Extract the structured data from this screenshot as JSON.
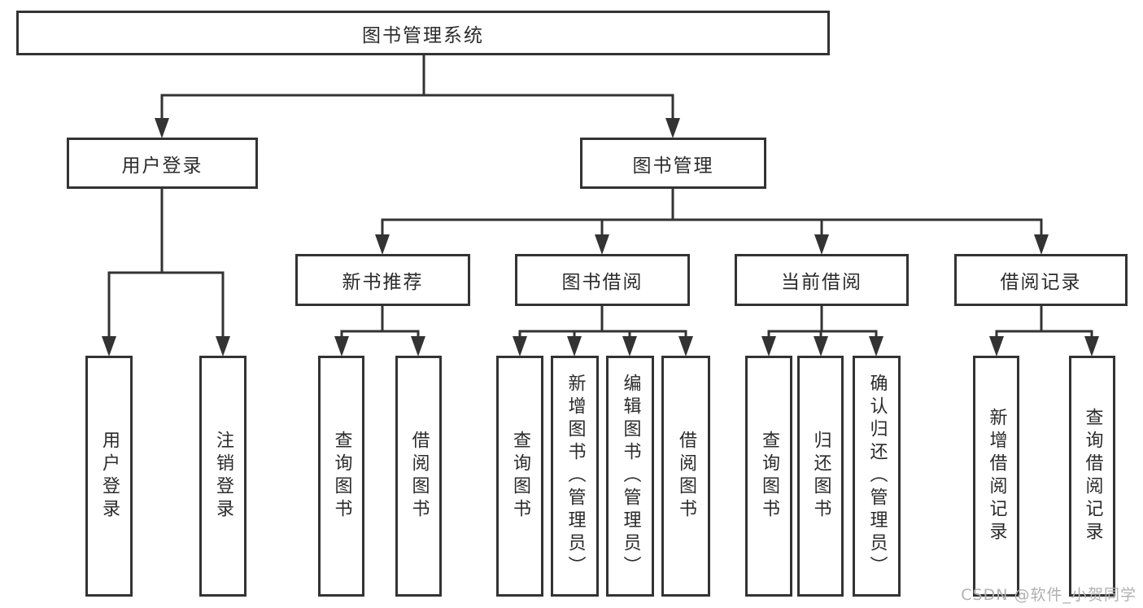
{
  "colors": {
    "line": "#333333",
    "box_background": "#ffffff",
    "text": "#2b2b2b",
    "watermark": "#b0b0b0"
  },
  "watermark": "CSDN @软件_小贺同学",
  "nodes": {
    "root": "图书管理系统",
    "user_login": "用户登录",
    "book_mgmt": "图书管理",
    "new_book_rec": "新书推荐",
    "book_borrow": "图书借阅",
    "current_borrow": "当前借阅",
    "borrow_records": "借阅记录",
    "leaf_user_login": "用户登录",
    "leaf_logout": "注销登录",
    "leaf_nb_query": "查询图书",
    "leaf_nb_borrow": "借阅图书",
    "leaf_bb_query": "查询图书",
    "leaf_bb_add": "新增图书（管理员）",
    "leaf_bb_edit": "编辑图书（管理员）",
    "leaf_bb_borrow": "借阅图书",
    "leaf_cb_query": "查询图书",
    "leaf_cb_return": "归还图书",
    "leaf_cb_confirm": "确认归还（管理员）",
    "leaf_br_add": "新增借阅记录",
    "leaf_br_query": "查询借阅记录"
  },
  "tree": {
    "root": "图书管理系统",
    "children": [
      {
        "label": "用户登录",
        "children": [
          {
            "label": "用户登录"
          },
          {
            "label": "注销登录"
          }
        ]
      },
      {
        "label": "图书管理",
        "children": [
          {
            "label": "新书推荐",
            "children": [
              {
                "label": "查询图书"
              },
              {
                "label": "借阅图书"
              }
            ]
          },
          {
            "label": "图书借阅",
            "children": [
              {
                "label": "查询图书"
              },
              {
                "label": "新增图书（管理员）"
              },
              {
                "label": "编辑图书（管理员）"
              },
              {
                "label": "借阅图书"
              }
            ]
          },
          {
            "label": "当前借阅",
            "children": [
              {
                "label": "查询图书"
              },
              {
                "label": "归还图书"
              },
              {
                "label": "确认归还（管理员）"
              }
            ]
          },
          {
            "label": "借阅记录",
            "children": [
              {
                "label": "新增借阅记录"
              },
              {
                "label": "查询借阅记录"
              }
            ]
          }
        ]
      }
    ]
  }
}
